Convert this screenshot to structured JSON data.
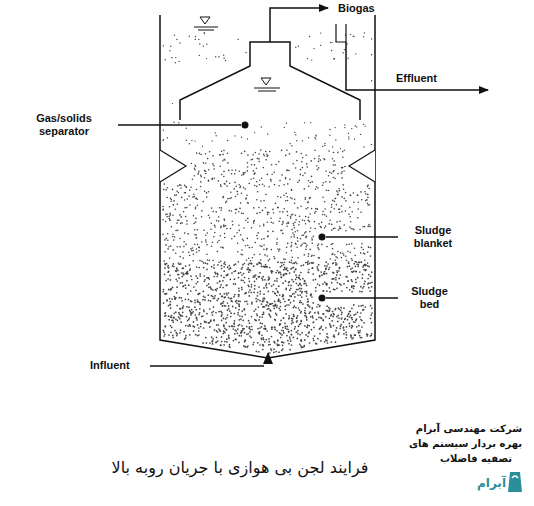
{
  "diagram": {
    "caption": "فرایند لجن بی هوازی با جریان روبه بالا",
    "labels": [
      "Biogas",
      "Effluent",
      "Gas/solids separator",
      "Sludge blanket",
      "Sludge bed",
      "Influent",
      "شرکت مهندسی آبرام",
      "بهره بردار سیستم های",
      "تصفیه فاضلاب",
      "آبرام"
    ]
  }
}
